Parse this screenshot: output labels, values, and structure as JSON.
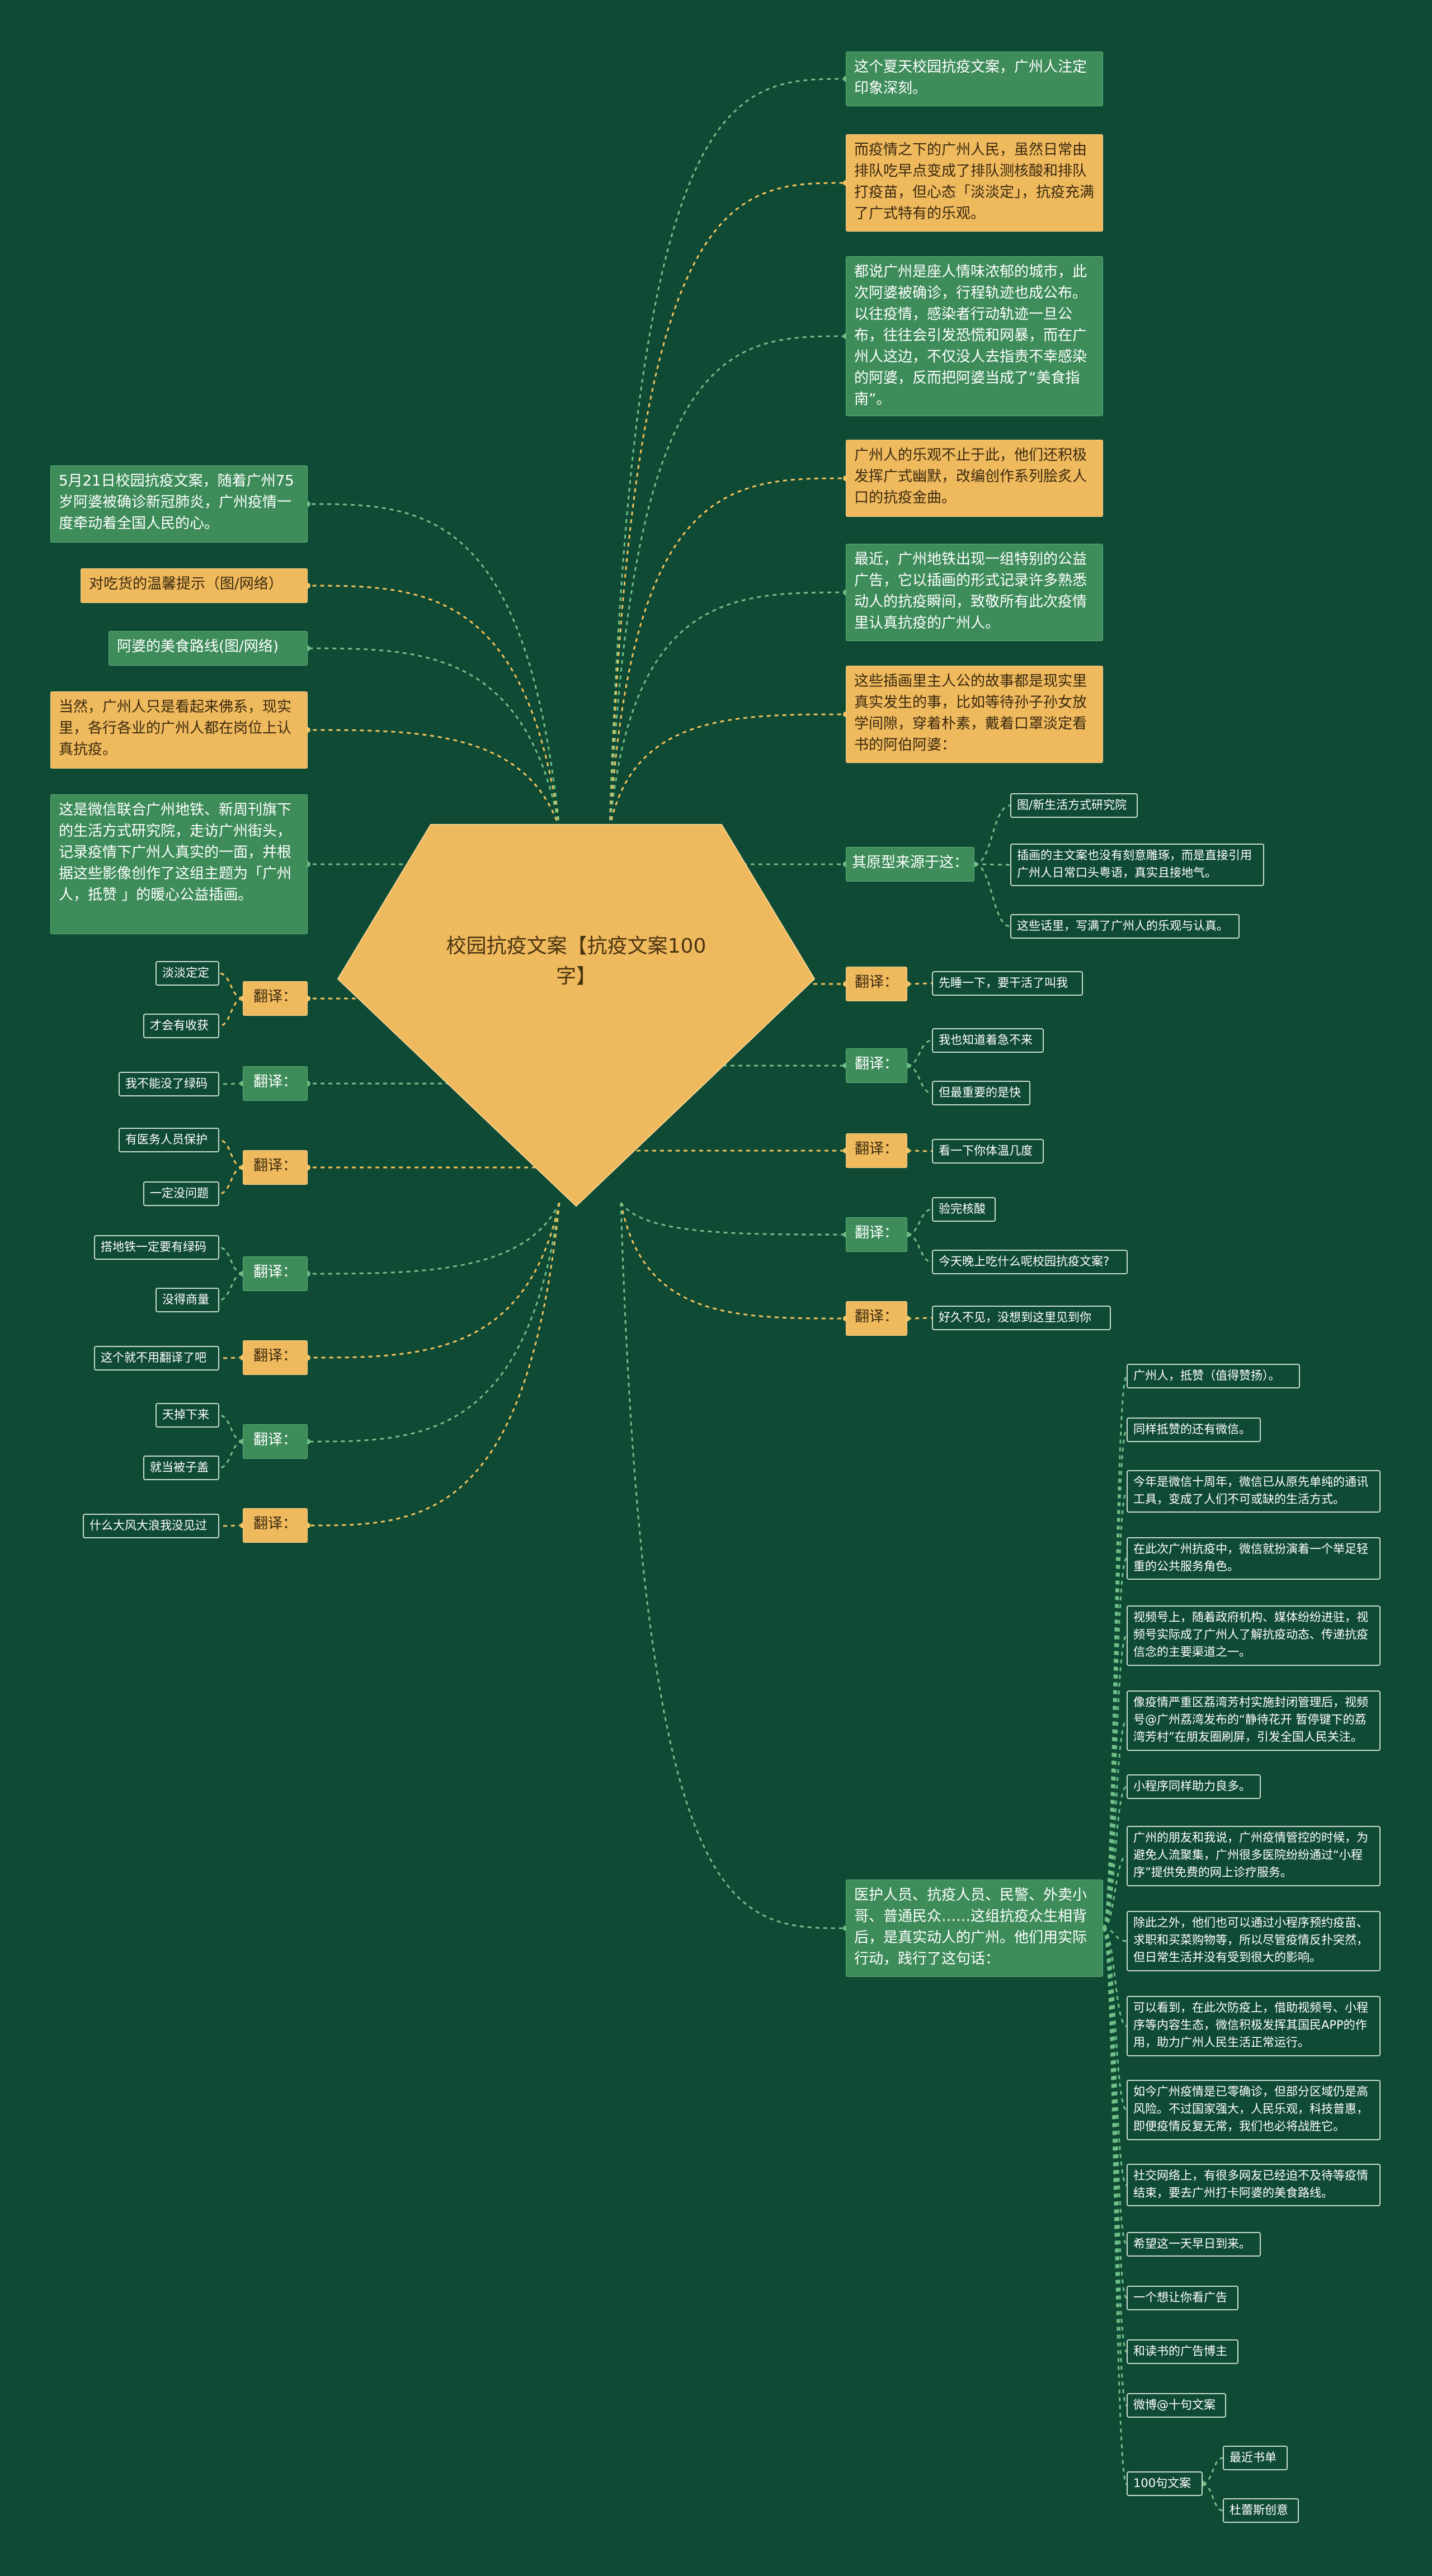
{
  "center": {
    "title": "校园抗疫文案【抗疫文案100字】"
  },
  "right_top": [
    "这个夏天校园抗疫文案，广州人注定印象深刻。",
    "而疫情之下的广州人民，虽然日常由排队吃早点变成了排队测核酸和排队打疫苗，但心态「淡淡定」，抗疫充满了广式特有的乐观。",
    "都说广州是座人情味浓郁的城市，此次阿婆被确诊，行程轨迹也成公布。以往疫情，感染者行动轨迹一旦公布，往往会引发恐慌和网暴，而在广州人这边，不仅没人去指责不幸感染的阿婆，反而把阿婆当成了“美食指南”。",
    "广州人的乐观不止于此，他们还积极发挥广式幽默，改编创作系列脍炙人口的抗疫金曲。",
    "最近，广州地铁出现一组特别的公益广告，它以插画的形式记录许多熟悉动人的抗疫瞬间，致敬所有此次疫情里认真抗疫的广州人。",
    "这些插画里主人公的故事都是现实里真实发生的事，比如等待孙子孙女放学间隙，穿着朴素，戴着口罩淡定看书的阿伯阿婆："
  ],
  "left_top": [
    "5月21日校园抗疫文案，随着广州75岁阿婆被确诊新冠肺炎，广州疫情一度牵动着全国人民的心。",
    "对吃货的温馨提示（图/网络）",
    "阿婆的美食路线(图/网络)",
    "当然，广州人只是看起来佛系，现实里，各行各业的广州人都在岗位上认真抗疫。",
    "这是微信联合广州地铁、新周刊旗下的生活方式研究院，走访广州街头，记录疫情下广州人真实的一面，并根据这些影像创作了这组主题为「广州人，抵赞 」的暖心公益插画。"
  ],
  "yuanxing": {
    "label": "其原型来源于这：",
    "children": [
      "图/新生活方式研究院",
      "插画的主文案也没有刻意雕琢，而是直接引用广州人日常口头粤语，真实且接地气。",
      "这些话里，写满了广州人的乐观与认真。"
    ]
  },
  "right_translate": [
    {
      "label": "翻译：",
      "children": [
        "先睡一下，要干活了叫我"
      ]
    },
    {
      "label": "翻译：",
      "children": [
        "我也知道着急不来",
        "但最重要的是快"
      ]
    },
    {
      "label": "翻译：",
      "children": [
        "看一下你体温几度"
      ]
    },
    {
      "label": "翻译：",
      "children": [
        "验完核酸",
        "今天晚上吃什么呢校园抗疫文案?"
      ]
    },
    {
      "label": "翻译：",
      "children": [
        "好久不见，没想到这里见到你"
      ]
    }
  ],
  "left_translate": [
    {
      "label": "翻译：",
      "children": [
        "淡淡定定",
        "才会有收获"
      ]
    },
    {
      "label": "翻译：",
      "children": [
        "我不能没了绿码"
      ]
    },
    {
      "label": "翻译：",
      "children": [
        "有医务人员保护",
        "一定没问题"
      ]
    },
    {
      "label": "翻译：",
      "children": [
        "搭地铁一定要有绿码",
        "没得商量"
      ]
    },
    {
      "label": "翻译：",
      "children": [
        "这个就不用翻译了吧"
      ]
    },
    {
      "label": "翻译：",
      "children": [
        "天掉下来",
        "就当被子盖"
      ]
    },
    {
      "label": "翻译：",
      "children": [
        "什么大风大浪我没见过"
      ]
    }
  ],
  "medical": {
    "label": "医护人员、抗疫人员、民警、外卖小哥、普通民众……这组抗疫众生相背后，是真实动人的广州。他们用实际行动，践行了这句话：",
    "children": [
      "广州人，抵赞（值得赞扬）。",
      "同样抵赞的还有微信。",
      "今年是微信十周年，微信已从原先单纯的通讯工具，变成了人们不可或缺的生活方式。",
      "在此次广州抗疫中，微信就扮演着一个举足轻重的公共服务角色。",
      "视频号上，随着政府机构、媒体纷纷进驻，视频号实际成了广州人了解抗疫动态、传递抗疫信念的主要渠道之一。",
      "像疫情严重区荔湾芳村实施封闭管理后，视频号@广州荔湾发布的“静待花开 暂停键下的荔湾芳村”在朋友圈刷屏，引发全国人民关注。",
      "小程序同样助力良多。",
      "广州的朋友和我说，广州疫情管控的时候，为避免人流聚集，广州很多医院纷纷通过“小程序”提供免费的网上诊疗服务。",
      "除此之外，他们也可以通过小程序预约疫苗、求职和买菜购物等，所以尽管疫情反扑突然，但日常生活并没有受到很大的影响。",
      "可以看到，在此次防疫上，借助视频号、小程序等内容生态，微信积极发挥其国民APP的作用，助力广州人民生活正常运行。",
      "如今广州疫情是已零确诊，但部分区域仍是高风险。不过国家强大，人民乐观，科技普惠，即便疫情反复无常，我们也必将战胜它。",
      "社交网络上，有很多网友已经迫不及待等疫情结束，要去广州打卡阿婆的美食路线。",
      "希望这一天早日到来。",
      "一个想让你看广告",
      "和读书的广告博主",
      "微博@十句文案"
    ]
  },
  "hundred": {
    "label": "100句文案",
    "children": [
      "最近书单",
      "杜蕾斯创意"
    ]
  },
  "colors": {
    "background": "#0f4a35",
    "green": "#3d8c5a",
    "yellow": "#efb95e",
    "line_green": "#6fbf86",
    "line_yellow": "#f2c35c"
  }
}
